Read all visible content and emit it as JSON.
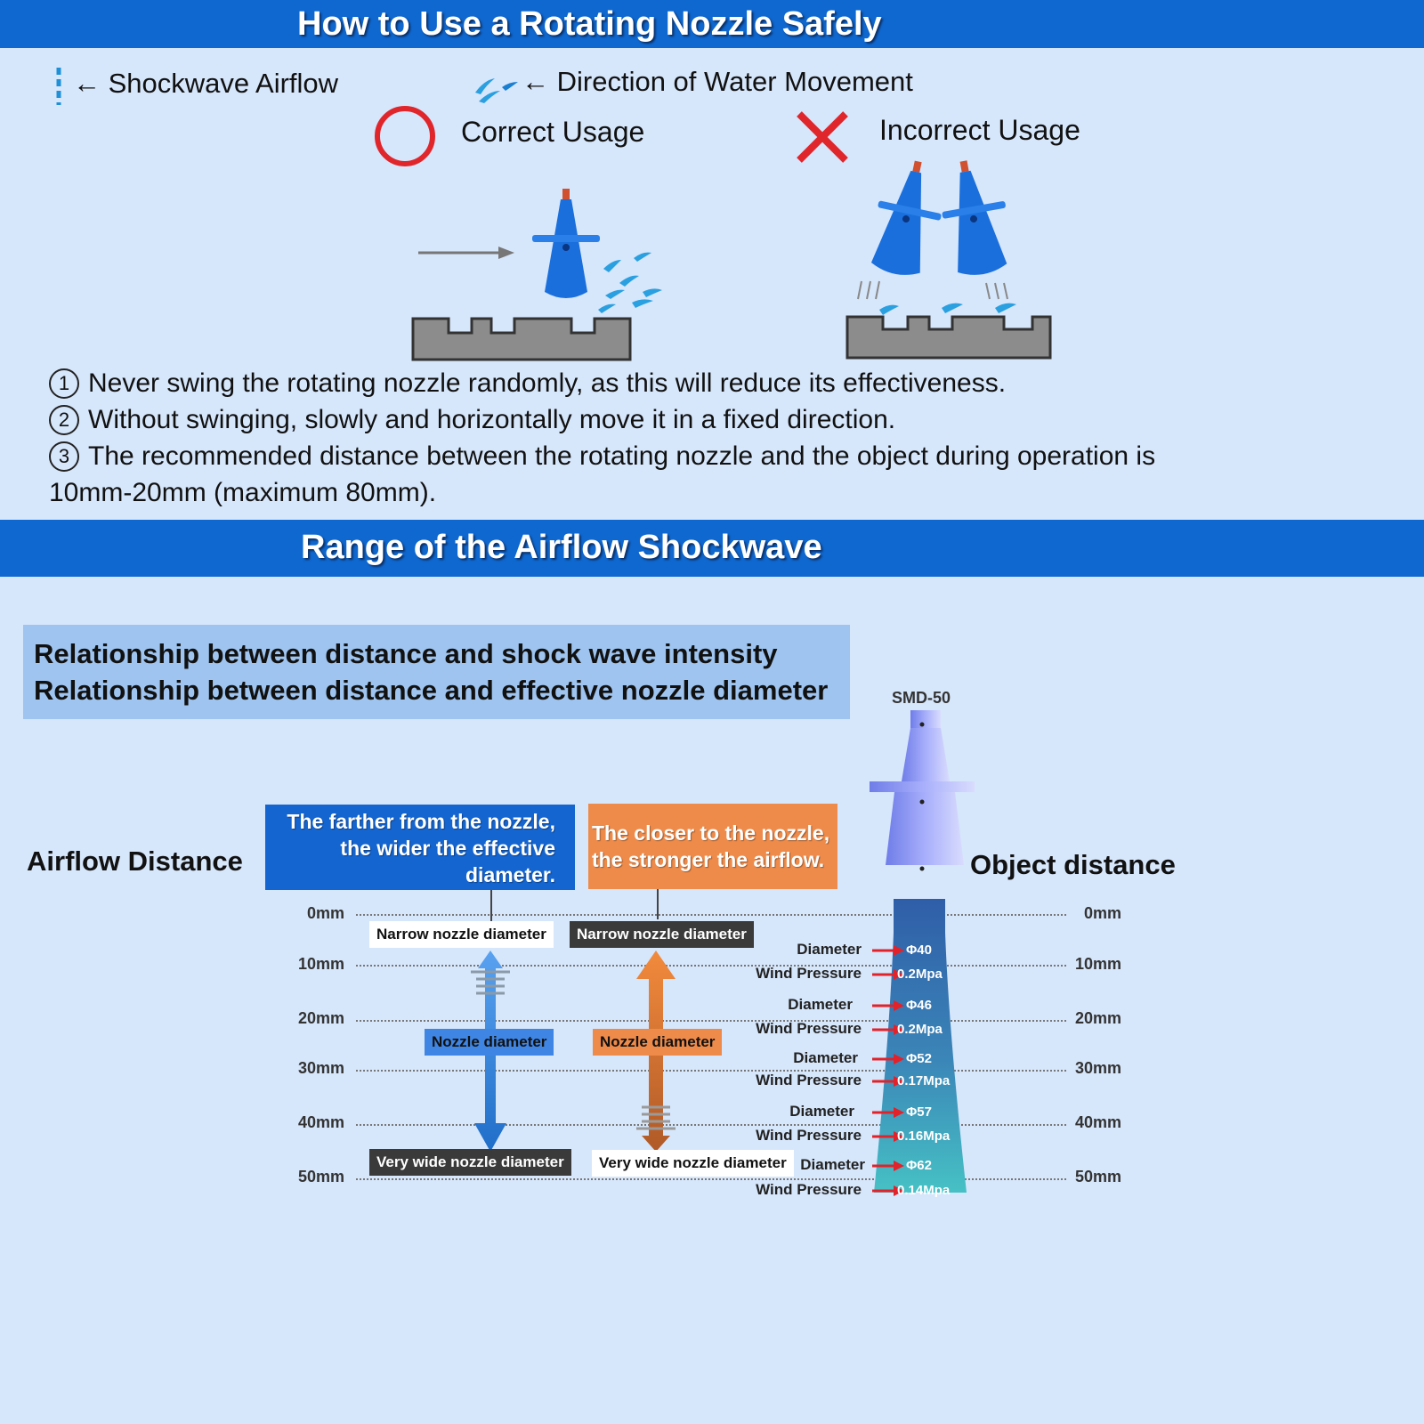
{
  "section1": {
    "title": "How to Use a Rotating Nozzle Safely",
    "legend_shockwave": "← Shockwave Airflow",
    "legend_water": "← Direction of Water Movement",
    "correct_label": "Correct Usage",
    "incorrect_label": "Incorrect Usage",
    "instructions": [
      {
        "num": "1",
        "text": "Never swing the rotating nozzle randomly, as this will reduce its effectiveness."
      },
      {
        "num": "2",
        "text": "Without swinging, slowly and horizontally move it in a fixed direction."
      },
      {
        "num": "3",
        "text": "The recommended distance between the rotating nozzle and the object during operation is"
      }
    ],
    "instruction_continued": "10mm-20mm (maximum 80mm).",
    "colors": {
      "banner": "#0f68cf",
      "background": "#d6e6fb",
      "nozzle": "#1a6fdc",
      "mark_red": "#e0262b"
    }
  },
  "section2": {
    "title": "Range of the Airflow Shockwave",
    "relationship_lines": [
      "Relationship between distance and shock wave intensity",
      "Relationship between distance and effective nozzle diameter"
    ],
    "airflow_distance_label": "Airflow Distance",
    "object_distance_label": "Object distance",
    "model_label": "SMD-50",
    "callout_blue": "The farther from the nozzle, the wider the effective diameter.",
    "callout_orange": "The closer to the nozzle, the stronger the airflow.",
    "left_axis": {
      "narrow_top": "Narrow nozzle diameter",
      "middle": "Nozzle diameter",
      "wide_bottom": "Very wide nozzle diameter"
    },
    "right_axis": {
      "narrow_top": "Narrow nozzle diameter",
      "middle": "Nozzle diameter",
      "wide_bottom": "Very wide nozzle diameter"
    },
    "distances": [
      "0mm",
      "10mm",
      "20mm",
      "30mm",
      "40mm",
      "50mm"
    ],
    "diameter_word": "Diameter",
    "pressure_word": "Wind Pressure",
    "measurements": [
      {
        "diameter": "Φ40",
        "pressure": "0.2Mpa"
      },
      {
        "diameter": "Φ46",
        "pressure": "0.2Mpa"
      },
      {
        "diameter": "Φ52",
        "pressure": "0.17Mpa"
      },
      {
        "diameter": "Φ57",
        "pressure": "0.16Mpa"
      },
      {
        "diameter": "Φ62",
        "pressure": "0.14Mpa"
      }
    ],
    "colors": {
      "callout_blue": "#1565d0",
      "callout_orange": "#ee8b4a",
      "box": "#9ec4ef",
      "arrow_red": "#e2222a"
    }
  }
}
